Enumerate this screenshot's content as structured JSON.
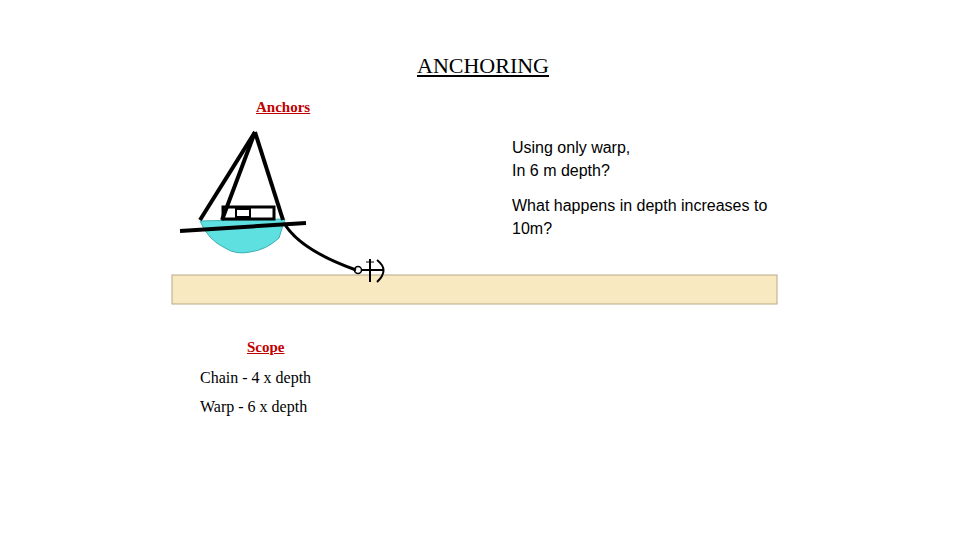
{
  "diagram": {
    "title": "ANCHORING",
    "labels": [
      "Anchors",
      "Using only warp, In 6 m depth?",
      "What happens in depth increases to 10m?",
      "Scope",
      "Chain - 4 x depth",
      "Warp - 6 x depth"
    ]
  }
}
